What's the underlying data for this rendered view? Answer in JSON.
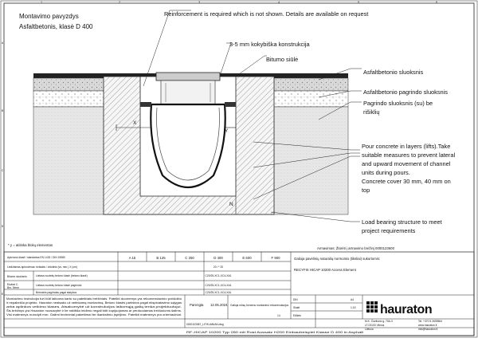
{
  "title": {
    "line1": "Montavimo pavyzdys",
    "line2": "Asfaltbetonis, klasė D 400"
  },
  "notice": "Reinforcement is required which is not shown. Details are available on request",
  "callouts": [
    {
      "id": "steel",
      "text": "3-5 mm kokybiška konstrukcija"
    },
    {
      "id": "bitumen",
      "text": "Bitumo siūlė"
    },
    {
      "id": "asphalt",
      "text": "Asfaltbetonio sluoksnis"
    },
    {
      "id": "asphalt-base",
      "text": "Asfaltbetonio pagrindo sluoksnis"
    },
    {
      "id": "subbase-1",
      "text": "Pagrindo sluoksnis (su) be"
    },
    {
      "id": "subbase-2",
      "text": "rišiklių"
    },
    {
      "id": "concrete-1",
      "text": "Pour concrete in layers (lifts).Take"
    },
    {
      "id": "concrete-2",
      "text": "suitable measures to prevent lateral"
    },
    {
      "id": "concrete-3",
      "text": "and upward movement of channel"
    },
    {
      "id": "concrete-4",
      "text": "units during pours."
    },
    {
      "id": "concrete-5",
      "text": "Concrete cover 30 mm, 40 mm on"
    },
    {
      "id": "concrete-6",
      "text": "top"
    },
    {
      "id": "load-1",
      "text": "Load bearing structure to meet"
    },
    {
      "id": "load-2",
      "text": "project requirements"
    }
  ],
  "dims": {
    "x": "X",
    "y": "Y",
    "n": "N"
  },
  "grid": {
    "top": [
      "1",
      "2",
      "3",
      "4",
      "5",
      "6"
    ],
    "side": [
      "A",
      "B",
      "C",
      "D",
      "E"
    ]
  },
  "footnote_left": "* y = atitinka blokų elementas",
  "footnote_right": "Armavimas: Žiūrėti į armavimo brėžinį 0000123600",
  "table": {
    "norm_label": "Apkrovos klasė / standartas EN 1433 / DIN 19580",
    "classes": [
      "A 15",
      "B 125",
      "C 250",
      "D 400",
      "E 600",
      "F 900"
    ],
    "row1_label": "Leidžiamas apkrovimas: dvišakis / vidutinis (vs. mm.) X (cm)",
    "row1_value": "20 / * 20",
    "row2_label": "Bitumo sluoksnis",
    "rows": [
      {
        "label": "Lietaus nuotekų betono klasė (betono klasė)",
        "code": "C20/25-XC1-XC4-XA1"
      },
      {
        "label": "Lietaus nuotekų betono klasė pagrindui",
        "code": "C20/25-XC1-XC4-XA1"
      },
      {
        "label": "Betoninis pagrindas pagal statybos",
        "code": "C20/25-XC1-XC4-XA1"
      }
    ],
    "side_labels": [
      "Ekvbet C.",
      "Bm. 9/mm"
    ],
    "fine_print": [
      "Montavimo instrukcija turi būti laikoma kartu su pateiktais brėžiniais. Pateikti duomenys yra rekomendacinio pobūdžio",
      "ir nepakeičia projekto. Hauraton neatsako už netinkamą montavimą. Betono klasės parinktos pagal eksploatavimo sąlygas",
      "arba aplinkos veikimo klases. Atsakomybė už konstrukcijos laikomąją galią tenka projektuotojui.",
      "Šis brėžinys yra Hauraton nuosavybė ir be raštiško leidimo negali būti kopijuojamas ar perduodamas trečiosioms šalims.",
      "Visi matmenys nurodyti mm. Galimi techniniai pakeitimai be išankstinio įspėjimo. Pateikti matmenys yra orientaciniai."
    ],
    "parengta_label": "Parengta",
    "date": "12.05.2024",
    "fig_description": "Galioja mūsų bendros montavimo rekomendacijos",
    "format_label": "DIN",
    "format_value": "A4",
    "scale_label": "Skalė",
    "scale_value": "1:15",
    "sheet_label": "Eilūtės",
    "sheet_value": "14",
    "drawing_no": "0000103087_LITHUANIAN.dwg",
    "bottom_line": "RF-HICAP 10200 Typ 050 mit Rost Aussatz H200 Einbaubeispiel Klasse D 400 in Asphalt",
    "header_note": "Galioja pavėlinių naturalių normomis (tiksliai) sukurtomis:",
    "product": "RECYFIX HICAP 10200 Access Element"
  },
  "brand": {
    "name": "hauraton",
    "address": [
      "M.K. Čiurlionio g. 70A-3",
      "LT-03100 Vilnius",
      "Lietuva"
    ],
    "tel": "Tel. +370 5 2639564",
    "web": "www.hauraton.lt",
    "mail": "info@hauraton.lt"
  }
}
